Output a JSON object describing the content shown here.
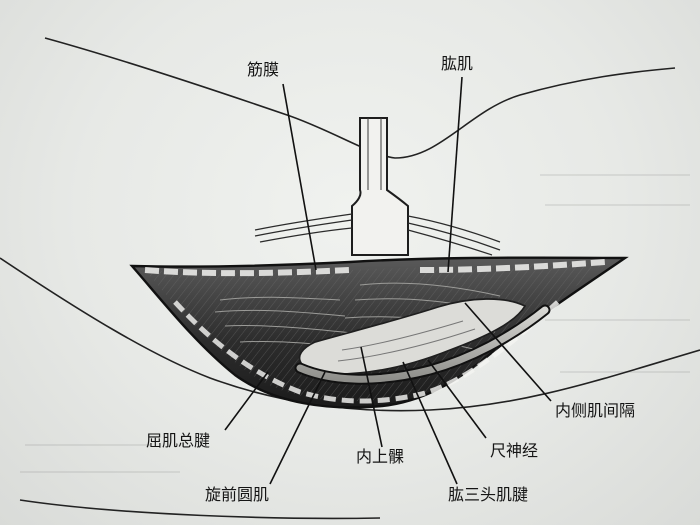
{
  "labels": {
    "fascia": "筋膜",
    "brachialis": "肱肌",
    "medial_intermuscular_septum": "内侧肌间隔",
    "common_flexor_tendon": "屈肌总腱",
    "medial_epicondyle": "内上髁",
    "ulnar_nerve": "尺神经",
    "pronator_teres": "旋前圆肌",
    "triceps_tendon": "肱三头肌腱"
  },
  "colors": {
    "paper": "#e9ebe8",
    "ink": "#151515",
    "shadow": "#2a2a2a"
  }
}
